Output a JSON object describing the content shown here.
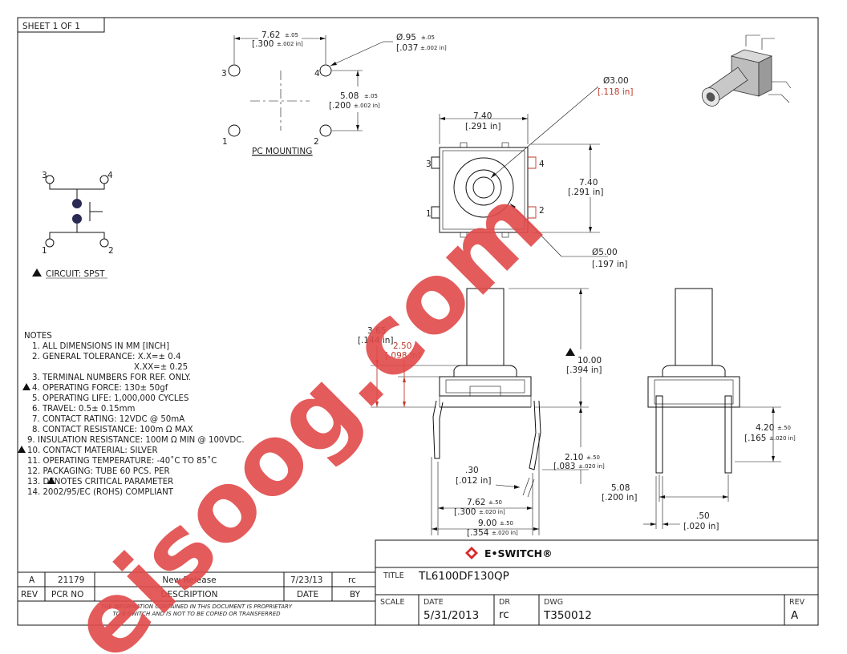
{
  "sheet": "SHEET 1 OF 1",
  "pc_mounting": {
    "title": "PC MOUNTING",
    "pitch_x_mm": "7.62",
    "pitch_x_tol": "±.05",
    "pitch_x_in": "[.300",
    "pitch_x_in_tol": "±.002 in]",
    "hole_dia_mm": "Ø.95",
    "hole_dia_tol": "±.05",
    "hole_dia_in": "[.037",
    "hole_dia_in_tol": "±.002 in]",
    "pitch_y_mm": "5.08",
    "pitch_y_tol": "±.05",
    "pitch_y_in": "[.200",
    "pitch_y_in_tol": "±.002 in]",
    "pins": [
      "1",
      "2",
      "3",
      "4"
    ]
  },
  "circuit": {
    "label": "CIRCUIT: SPST",
    "pins": [
      "1",
      "2",
      "3",
      "4"
    ]
  },
  "top_view": {
    "width_mm": "7.40",
    "width_in": "[.291 in]",
    "height_mm": "7.40",
    "height_in": "[.291 in]",
    "stem_dia_mm": "Ø3.00",
    "stem_dia_in": "[.118 in]",
    "cap_dia_mm": "Ø5.00",
    "cap_dia_in": "[.197 in]",
    "pins": [
      "1",
      "2",
      "3",
      "4"
    ]
  },
  "side_view": {
    "a_mm": "3.65",
    "a_in": "[.144 in]",
    "b_mm": "2.50",
    "b_in": "[.098 in]",
    "height_mm": "10.00",
    "height_in": "[.394 in]",
    "lead_mm": "2.10",
    "lead_tol": "±.50",
    "lead_in": "[.083",
    "lead_in_tol": "±.020 in]",
    "thick_mm": ".30",
    "thick_in": "[.012 in]",
    "span_mm": "7.62",
    "span_tol": "±.50",
    "span_in": "[.300",
    "span_in_tol": "±.020 in]",
    "overall_mm": "9.00",
    "overall_tol": "±.50",
    "overall_in": "[.354",
    "overall_in_tol": "±.020 in]"
  },
  "end_view": {
    "lead_mm": "4.20",
    "lead_tol": "±.50",
    "lead_in": "[.165",
    "lead_in_tol": "±.020 in]",
    "pitch_mm": "5.08",
    "pitch_in": "[.200 in]",
    "width_mm": ".50",
    "width_in": "[.020 in]"
  },
  "notes": {
    "heading": "NOTES",
    "items": [
      "1. ALL DIMENSIONS IN MM [INCH]",
      "2. GENERAL TOLERANCE: X.X=± 0.4",
      "X.XX=± 0.25",
      "3. TERMINAL NUMBERS FOR REF. ONLY.",
      "4. OPERATING FORCE: 130± 50gf",
      "5. OPERATING LIFE: 1,000,000 CYCLES",
      "6. TRAVEL: 0.5± 0.15mm",
      "7. CONTACT RATING: 12VDC @ 50mA",
      "8. CONTACT RESISTANCE: 100m Ω  MAX",
      "9. INSULATION RESISTANCE: 100M Ω MIN @ 100VDC.",
      "10. CONTACT MATERIAL: SILVER",
      "11. OPERATING TEMPERATURE: -40˚C TO 85˚C",
      "12. PACKAGING: TUBE 60 PCS. PER",
      "13.  DENOTES CRITICAL PARAMETER",
      "14. 2002/95/EC (ROHS) COMPLIANT"
    ]
  },
  "revision_table": {
    "row": {
      "rev": "A",
      "pcr": "21179",
      "description": "New Release",
      "date": "7/23/13",
      "by": "rc"
    },
    "headers": {
      "rev": "REV",
      "pcr": "PCR NO",
      "description": "DESCRIPTION",
      "date": "DATE",
      "by": "BY"
    },
    "proprietary_1": "THE INFORMATION CONTAINED IN THIS DOCUMENT IS PROPRIETARY",
    "proprietary_2": "TO E-SWITCH AND IS NOT TO BE COPIED OR TRANSFERRED"
  },
  "title_block": {
    "logo": "E•SWITCH®",
    "title_label": "TITLE",
    "title": "TL6100DF130QP",
    "scale_label": "SCALE",
    "date_label": "DATE",
    "date": "5/31/2013",
    "dr_label": "DR",
    "dr": "rc",
    "dwg_label": "DWG",
    "dwg": "T350012",
    "rev_label": "REV",
    "rev": "A"
  },
  "watermark": "eisoog.com",
  "colors": {
    "accent_red": "#c0392b",
    "watermark": "#e24a4a",
    "logo_red": "#d62b2b"
  }
}
